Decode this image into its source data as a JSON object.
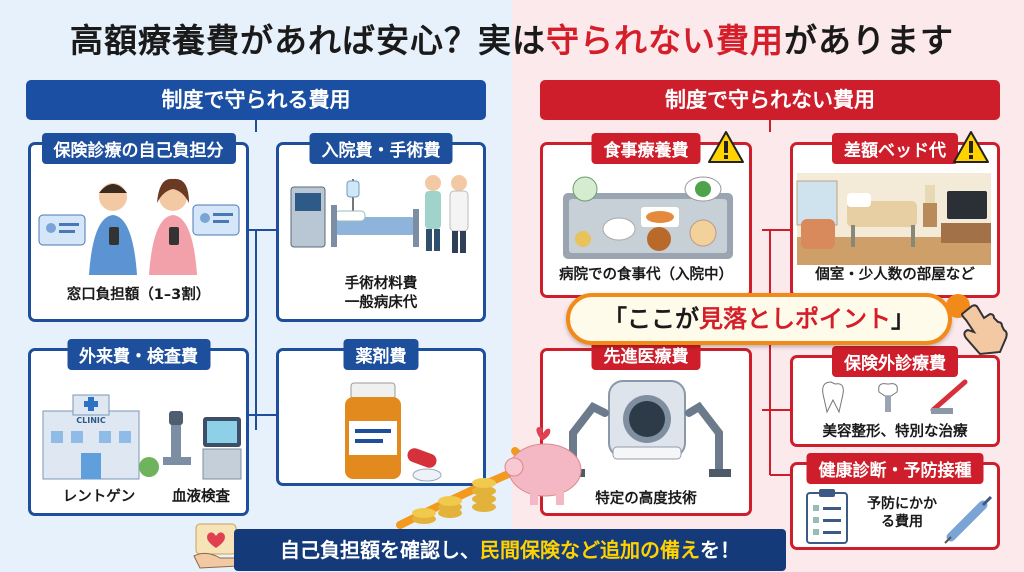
{
  "title": {
    "part1": "高額療養費があれば安心？実は",
    "highlight": "守られない費用",
    "part2": "があります"
  },
  "left": {
    "header": "制度で守られる費用",
    "cards": [
      {
        "label": "保険診療の自己負担分",
        "caption": "窓口負担額（1–3割）"
      },
      {
        "label": "入院費・手術費",
        "caption_lines": [
          "手術材料費",
          "一般病床代"
        ]
      },
      {
        "label": "外来費・検査費",
        "captions": [
          "レントゲン",
          "血液検査"
        ],
        "building_sign": "CLINIC"
      },
      {
        "label": "薬剤費"
      }
    ]
  },
  "right": {
    "header": "制度で守られない費用",
    "cards": [
      {
        "label": "食事療養費",
        "caption": "病院での食事代（入院中）",
        "warning": true
      },
      {
        "label": "差額ベッド代",
        "caption": "個室・少人数の部屋など",
        "warning": true
      },
      {
        "label": "先進医療費",
        "caption": "特定の高度技術"
      },
      {
        "label": "保険外診療費",
        "caption": "美容整形、特別な治療"
      },
      {
        "label": "健康診断・予防接種",
        "caption_lines": [
          "予防にかか",
          "る費用"
        ]
      }
    ]
  },
  "callout": {
    "part1": "「ここが",
    "highlight": "見落としポイント",
    "part2": "」"
  },
  "banner": {
    "part1": "自己負担額を確認し、",
    "highlight": "民間保険など追加の備え",
    "part2": "を！"
  },
  "colors": {
    "blue": "#1e4f9c",
    "red": "#cf1e2b",
    "orange": "#f28a1a",
    "yellow": "#ffd200",
    "navy": "#143a7a"
  }
}
